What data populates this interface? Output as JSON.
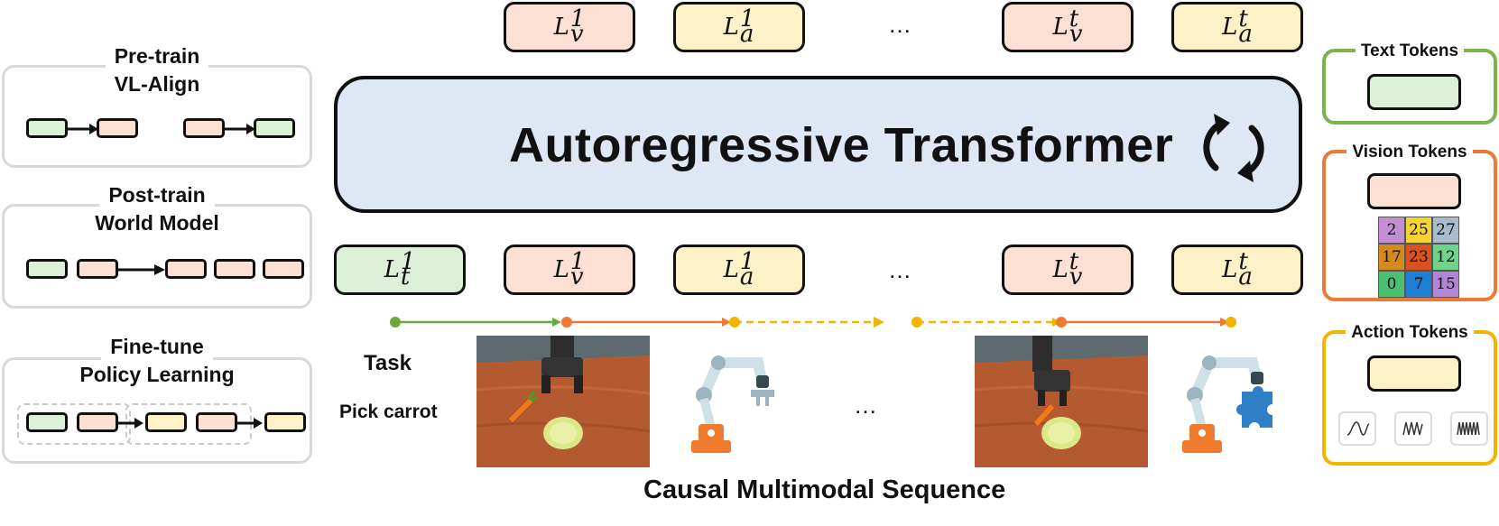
{
  "stages": [
    {
      "line1": "Pre-train",
      "line2": "VL-Align"
    },
    {
      "line1": "Post-train",
      "line2": "World Model"
    },
    {
      "line1": "Fine-tune",
      "line2": "Policy Learning"
    }
  ],
  "transformer": {
    "title": "Autoregressive Transformer"
  },
  "tokens": {
    "t_base": "L",
    "t_sup": "1",
    "t_sub": "t",
    "v_base": "L",
    "v_sup1": "1",
    "v_supt": "t",
    "v_sub": "v",
    "a_base": "L",
    "a_sup1": "1",
    "a_supt": "t",
    "a_sub": "a",
    "ellipsis": "…"
  },
  "task": {
    "label": "Task",
    "text": "Pick carrot"
  },
  "caption": "Causal Multimodal Sequence",
  "legend": {
    "text_title": "Text Tokens",
    "vision_title": "Vision Tokens",
    "action_title": "Action Tokens",
    "grid": [
      "2",
      "25",
      "27",
      "17",
      "23",
      "12",
      "0",
      "7",
      "15"
    ]
  },
  "colors": {
    "text_token": "#dcefd7",
    "vision_token": "#fbe0d3",
    "action_token": "#fdf1c8",
    "transformer": "#dde8f4",
    "green": "#6aaa3a",
    "orange": "#ec7a35",
    "yellow": "#f3b400"
  }
}
